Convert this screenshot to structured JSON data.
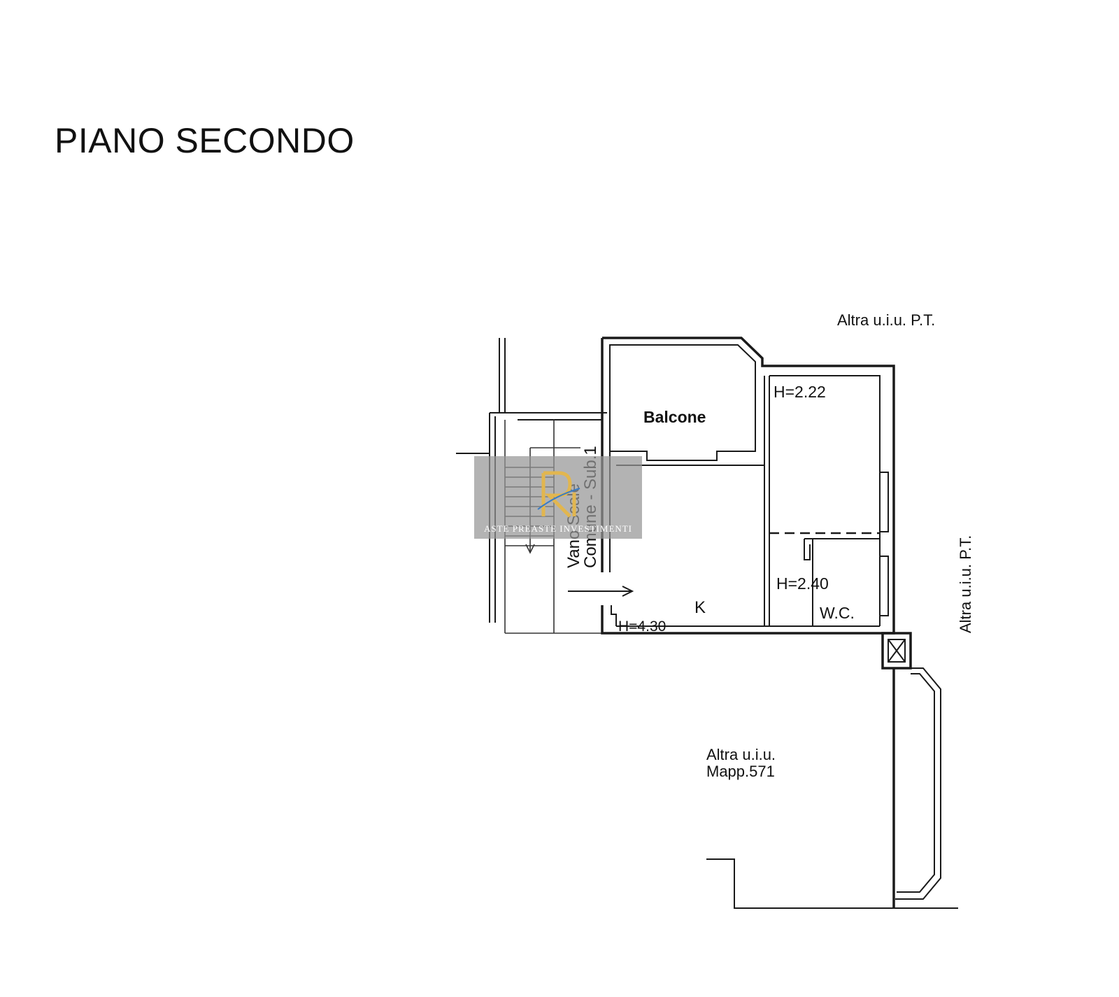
{
  "title": "PIANO SECONDO",
  "labels": {
    "altra_top": "Altra u.i.u. P.T.",
    "altra_right": "Altra u.i.u. P.T.",
    "balcone": "Balcone",
    "h_222": "H=2.22",
    "h_240": "H=2.40",
    "h_430": "H=4.30",
    "kitchen": "K",
    "wc": "W.C.",
    "vano_scale_1": "Vano Scale",
    "vano_scale_2": "Comune - Sub.1",
    "altra_bottom_1": "Altra u.i.u.",
    "altra_bottom_2": "Mapp.571"
  },
  "watermark": {
    "logo": "R",
    "text": "ASTE PREASTE INVESTIMENTI"
  },
  "colors": {
    "line": "#1a1a1a",
    "background": "#ffffff",
    "watermark_box": "#969696",
    "watermark_logo": "#e2b64f"
  }
}
